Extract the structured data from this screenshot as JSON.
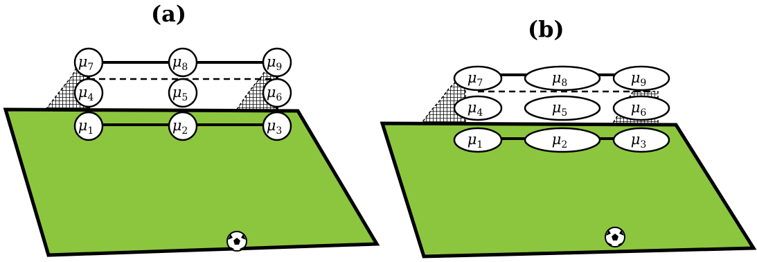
{
  "panels": [
    {
      "label": "(a)",
      "nodes": [
        {
          "symbol": "μ",
          "index": "7"
        },
        {
          "symbol": "μ",
          "index": "8"
        },
        {
          "symbol": "μ",
          "index": "9"
        },
        {
          "symbol": "μ",
          "index": "4"
        },
        {
          "symbol": "μ",
          "index": "5"
        },
        {
          "symbol": "μ",
          "index": "6"
        },
        {
          "symbol": "μ",
          "index": "1"
        },
        {
          "symbol": "μ",
          "index": "2"
        },
        {
          "symbol": "μ",
          "index": "3"
        }
      ]
    },
    {
      "label": "(b)",
      "nodes": [
        {
          "symbol": "μ",
          "index": "7"
        },
        {
          "symbol": "μ",
          "index": "8"
        },
        {
          "symbol": "μ",
          "index": "9"
        },
        {
          "symbol": "μ",
          "index": "4"
        },
        {
          "symbol": "μ",
          "index": "5"
        },
        {
          "symbol": "μ",
          "index": "6"
        },
        {
          "symbol": "μ",
          "index": "1"
        },
        {
          "symbol": "μ",
          "index": "2"
        },
        {
          "symbol": "μ",
          "index": "3"
        }
      ]
    }
  ],
  "colors": {
    "field": "#8cc63f",
    "outline": "#000000",
    "node_fill": "#ffffff",
    "net_hatch": "#000000"
  },
  "icons": [
    "soccer-ball-icon"
  ]
}
